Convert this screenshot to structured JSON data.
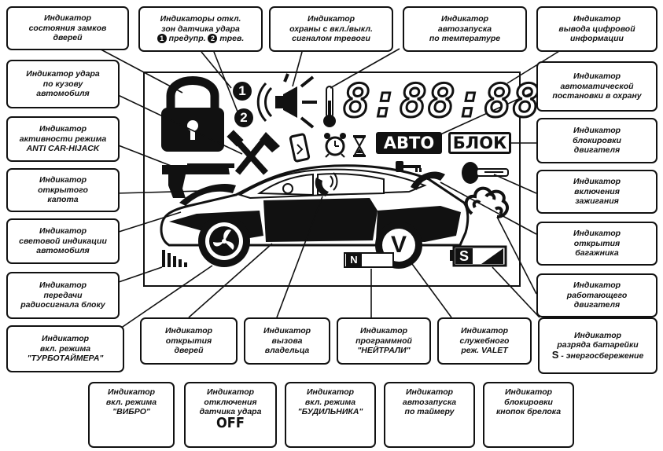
{
  "labels": {
    "locks": [
      "Индикатор",
      "состояния замков",
      "дверей"
    ],
    "shock_zones": [
      "Индикаторы откл.",
      "зон датчика удара"
    ],
    "shock_zones_legend": {
      "one": "1",
      "one_text": "предупр.",
      "two": "2",
      "two_text": "трев."
    },
    "alarm_sound": [
      "Индикатор",
      "охраны с вкл./выкл.",
      "сигналом тревоги"
    ],
    "autostart_temp": [
      "Индикатор",
      "автозапуска",
      "по температуре"
    ],
    "digital_output": [
      "Индикатор",
      "вывода цифровой",
      "информации"
    ],
    "body_shock": [
      "Индикатор удара",
      "по кузову",
      "автомобиля"
    ],
    "auto_arm": [
      "Индикатор",
      "автоматической",
      "постановки в охрану"
    ],
    "anti_hijack": [
      "Индикатор",
      "активности режима",
      "ANTI CAR-HIJACK"
    ],
    "engine_block": [
      "Индикатор",
      "блокировки",
      "двигателя"
    ],
    "hood_open": [
      "Индикатор",
      "открытого",
      "капота"
    ],
    "ignition_on": [
      "Индикатор",
      "включения",
      "зажигания"
    ],
    "light_indication": [
      "Индикатор",
      "световой индикации",
      "автомобиля"
    ],
    "trunk_open": [
      "Индикатор",
      "открытия",
      "багажника"
    ],
    "radio_transmit": [
      "Индикатор",
      "передачи",
      "радиосигнала блоку"
    ],
    "engine_running": [
      "Индикатор",
      "работающего",
      "двигателя"
    ],
    "turbo_timer": [
      "Индикатор",
      "вкл. режима",
      "\"ТУРБОТАЙМЕРА\""
    ],
    "doors_open": [
      "Индикатор",
      "открытия",
      "дверей"
    ],
    "owner_call": [
      "Индикатор",
      "вызова",
      "владельца"
    ],
    "neutral": [
      "Индикатор",
      "программной",
      "\"НЕЙТРАЛИ\""
    ],
    "valet": [
      "Индикатор",
      "служебного",
      "реж. VALET"
    ],
    "battery": [
      "Индикатор",
      "разряда батарейки"
    ],
    "battery_s": {
      "letter": "S",
      "text": "- энергосбережение"
    }
  },
  "bottom_labels": {
    "vibro": {
      "lines": [
        "Индикатор",
        "вкл. режима",
        "\"ВИБРО\""
      ],
      "icon": "vibro-battery-icon"
    },
    "shock_off": {
      "lines": [
        "Индикатор",
        "отключения",
        "датчика удара"
      ],
      "icon_text": "OFF"
    },
    "alarm_clock": {
      "lines": [
        "Индикатор",
        "вкл. режима",
        "\"БУДИЛЬНИКА\""
      ],
      "icon": "alarm-clock-icon"
    },
    "autostart_timer": {
      "lines": [
        "Индикатор",
        "автозапуска",
        "по таймеру"
      ],
      "icon": "hourglass-icon"
    },
    "keyfob_lock": {
      "lines": [
        "Индикатор",
        "блокировки",
        "кнопок брелока"
      ],
      "icon": "key-icon"
    }
  },
  "display": {
    "digits": "8:88:88",
    "badge_avto": "АВТО",
    "badge_blok": "БЛОК",
    "zone_1": "1",
    "zone_2": "2",
    "neutral_letter": "N",
    "battery_letter": "S",
    "valet_letter": "V"
  },
  "colors": {
    "ink": "#111111",
    "background": "#ffffff"
  }
}
